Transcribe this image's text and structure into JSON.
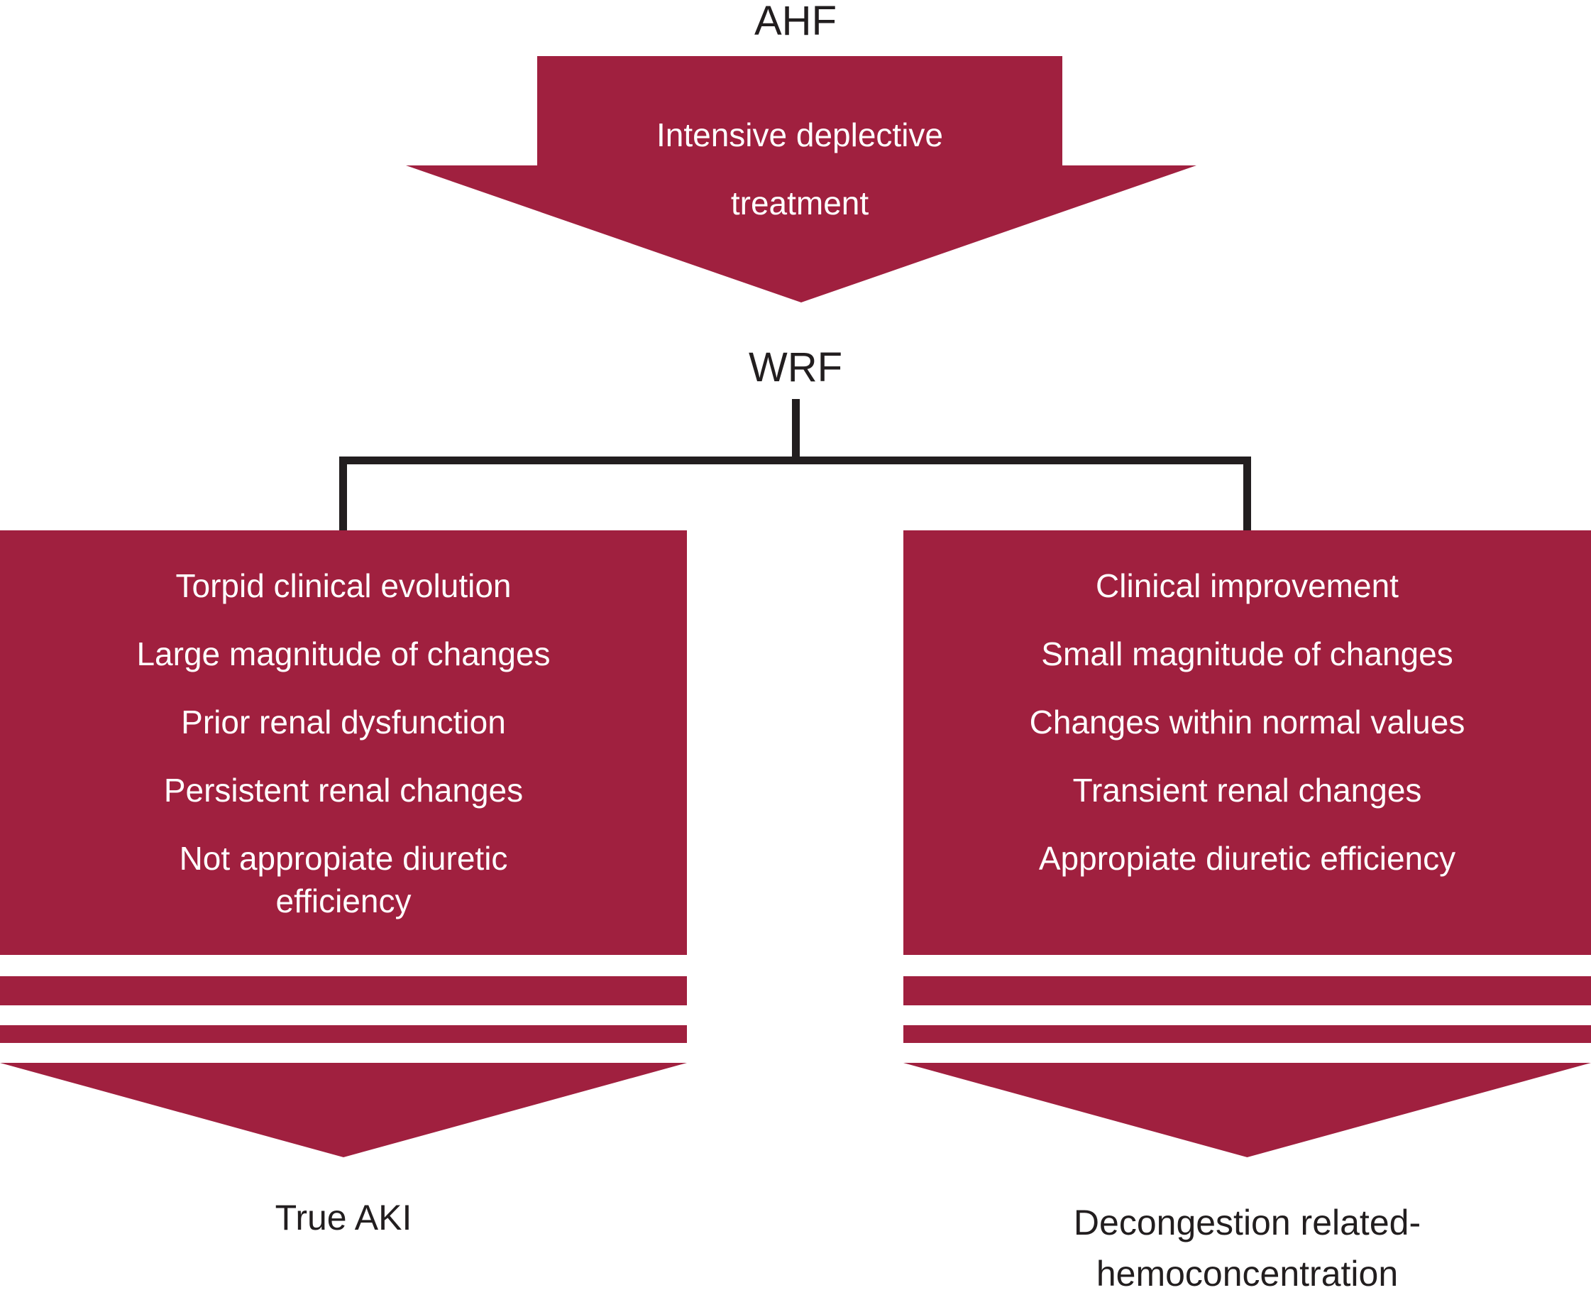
{
  "colors": {
    "accent_red": "#a0203f",
    "line_black": "#221e1f",
    "text_dark": "#221e1f",
    "text_white": "#ffffff"
  },
  "flow": {
    "start_label": "AHF",
    "treatment_arrow_label": "Intensive deplective\ntreatment",
    "decision_label": "WRF",
    "left_box": {
      "items": [
        "Torpid clinical evolution",
        "Large magnitude of changes",
        "Prior renal dysfunction",
        "Persistent renal changes",
        "Not appropiate diuretic\nefficiency"
      ]
    },
    "right_box": {
      "items": [
        "Clinical improvement",
        "Small magnitude of changes",
        "Changes within normal values",
        "Transient renal changes",
        "Appropiate diuretic efficiency"
      ]
    },
    "left_outcome_label": "True AKI",
    "right_outcome_label": "Decongestion related-\nhemoconcentration"
  }
}
